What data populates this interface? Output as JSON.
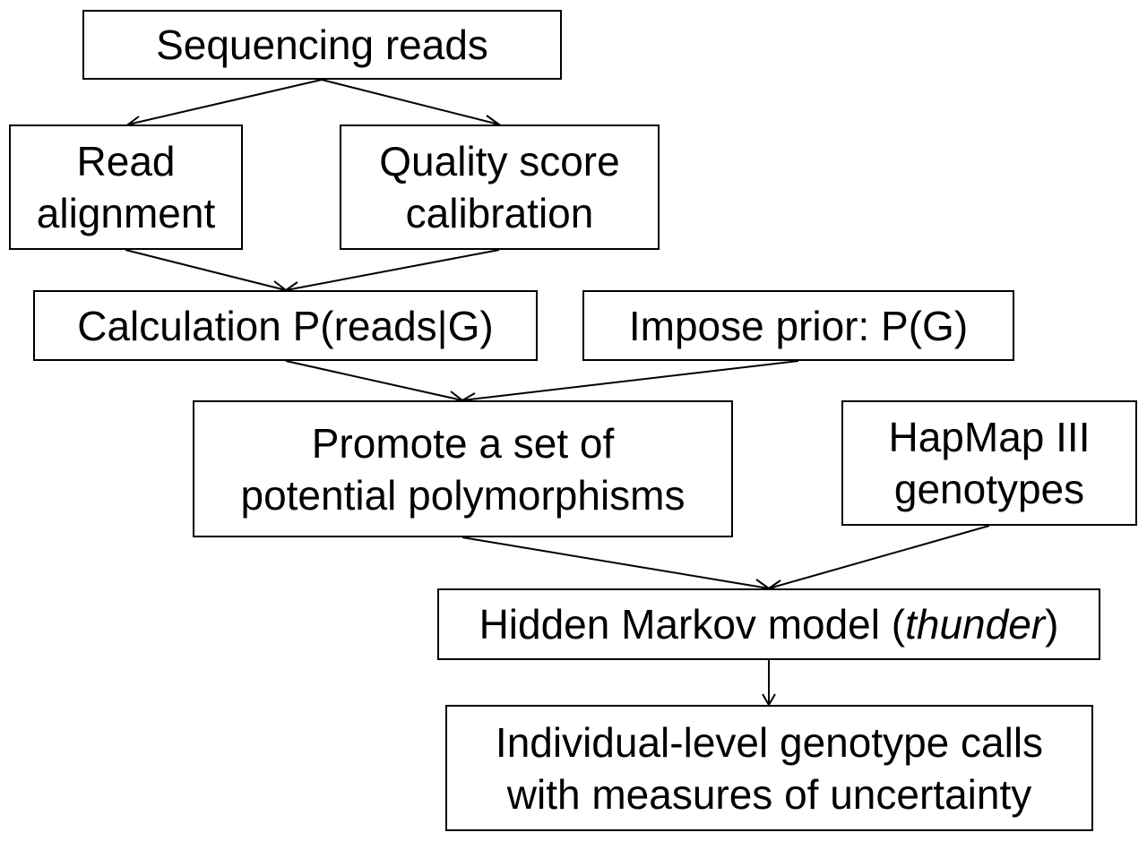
{
  "nodes": {
    "sequencing_reads": {
      "lines": [
        "Sequencing reads"
      ]
    },
    "read_alignment": {
      "lines": [
        "Read",
        "alignment"
      ]
    },
    "quality_score": {
      "lines": [
        "Quality score",
        "calibration"
      ]
    },
    "calculation": {
      "lines": [
        "Calculation P(reads|G)"
      ]
    },
    "impose_prior": {
      "lines": [
        "Impose prior: P(G)"
      ]
    },
    "promote": {
      "lines": [
        "Promote a set of",
        "potential polymorphisms"
      ]
    },
    "hapmap": {
      "lines": [
        "HapMap III",
        "genotypes"
      ]
    },
    "hmm": {
      "prefix": "Hidden Markov model (",
      "italic": "thunder",
      "suffix": ")"
    },
    "individual": {
      "lines": [
        "Individual-level genotype calls",
        "with measures of uncertainty"
      ]
    }
  },
  "edges": [
    {
      "from": "sequencing_reads",
      "to": "read_alignment"
    },
    {
      "from": "sequencing_reads",
      "to": "quality_score"
    },
    {
      "from": "read_alignment",
      "to": "calculation"
    },
    {
      "from": "quality_score",
      "to": "calculation"
    },
    {
      "from": "calculation",
      "to": "promote"
    },
    {
      "from": "impose_prior",
      "to": "promote"
    },
    {
      "from": "promote",
      "to": "hmm"
    },
    {
      "from": "hapmap",
      "to": "hmm"
    },
    {
      "from": "hmm",
      "to": "individual"
    }
  ],
  "colors": {
    "stroke": "#000000",
    "background": "#ffffff",
    "text": "#000000"
  }
}
